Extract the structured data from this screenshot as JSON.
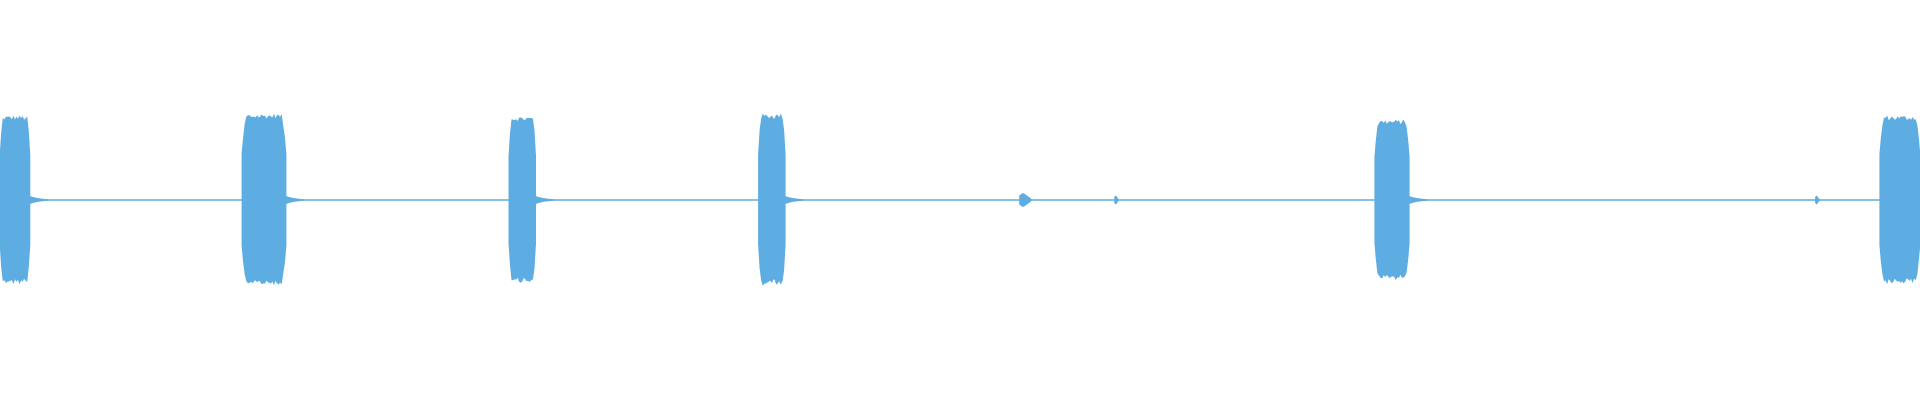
{
  "waveform": {
    "color": "#5DADE2",
    "baseline_level": 0.01,
    "bursts": [
      {
        "start": 0.0,
        "end": 0.0156,
        "level": 0.98
      },
      {
        "start": 0.126,
        "end": 0.149,
        "level": 1.0
      },
      {
        "start": 0.265,
        "end": 0.279,
        "level": 0.97
      },
      {
        "start": 0.395,
        "end": 0.409,
        "level": 1.0
      },
      {
        "start": 0.531,
        "end": 0.537,
        "level": 0.08
      },
      {
        "start": 0.5805,
        "end": 0.5825,
        "level": 0.05
      },
      {
        "start": 0.716,
        "end": 0.734,
        "level": 0.93
      },
      {
        "start": 0.9455,
        "end": 0.9475,
        "level": 0.05
      },
      {
        "start": 0.979,
        "end": 1.0,
        "level": 0.98
      }
    ]
  }
}
